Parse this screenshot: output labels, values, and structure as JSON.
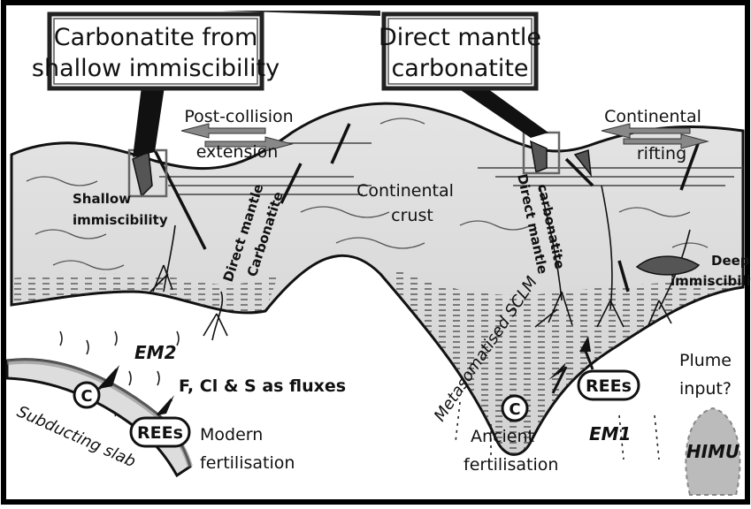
{
  "callouts": {
    "shallow": [
      "Carbonatite from",
      "shallow immiscibility"
    ],
    "direct": [
      "Direct mantle",
      "carbonatite"
    ]
  },
  "labels": {
    "post_collision": [
      "Post-collision",
      "extension"
    ],
    "continental_rifting": [
      "Continental",
      "rifting"
    ],
    "continental_crust": [
      "Continental",
      "crust"
    ],
    "shallow_immiscibility": [
      "Shallow",
      "immiscibility"
    ],
    "direct_mantle_carbonatite_left": [
      "Direct mantle",
      "Carbonatite"
    ],
    "direct_mantle_carbonatite_right": [
      "Direct mantle",
      "carbonatite"
    ],
    "deep_immiscibility": [
      "Deep",
      "immiscibility"
    ],
    "metasomatised_sclm": "Metasomatised SCLM",
    "em2": "EM2",
    "em1": "EM1",
    "fluxes": "F, Cl & S as fluxes",
    "subducting_slab": "Subducting slab",
    "modern_fertilisation": [
      "Modern",
      "fertilisation"
    ],
    "ancient_fertilisation": [
      "Ancient",
      "fertilisation"
    ],
    "plume_input": [
      "Plume",
      "input?"
    ],
    "himu": "HIMU"
  },
  "badges": {
    "c_left": "C",
    "rees_left": "REEs",
    "c_right": "C",
    "rees_right": "REEs"
  },
  "colors": {
    "crust": "#d9d9d9",
    "mantle": "#ffffff",
    "sclm": "#c8c8c8",
    "magma": "#444444",
    "frame": "#000000"
  }
}
